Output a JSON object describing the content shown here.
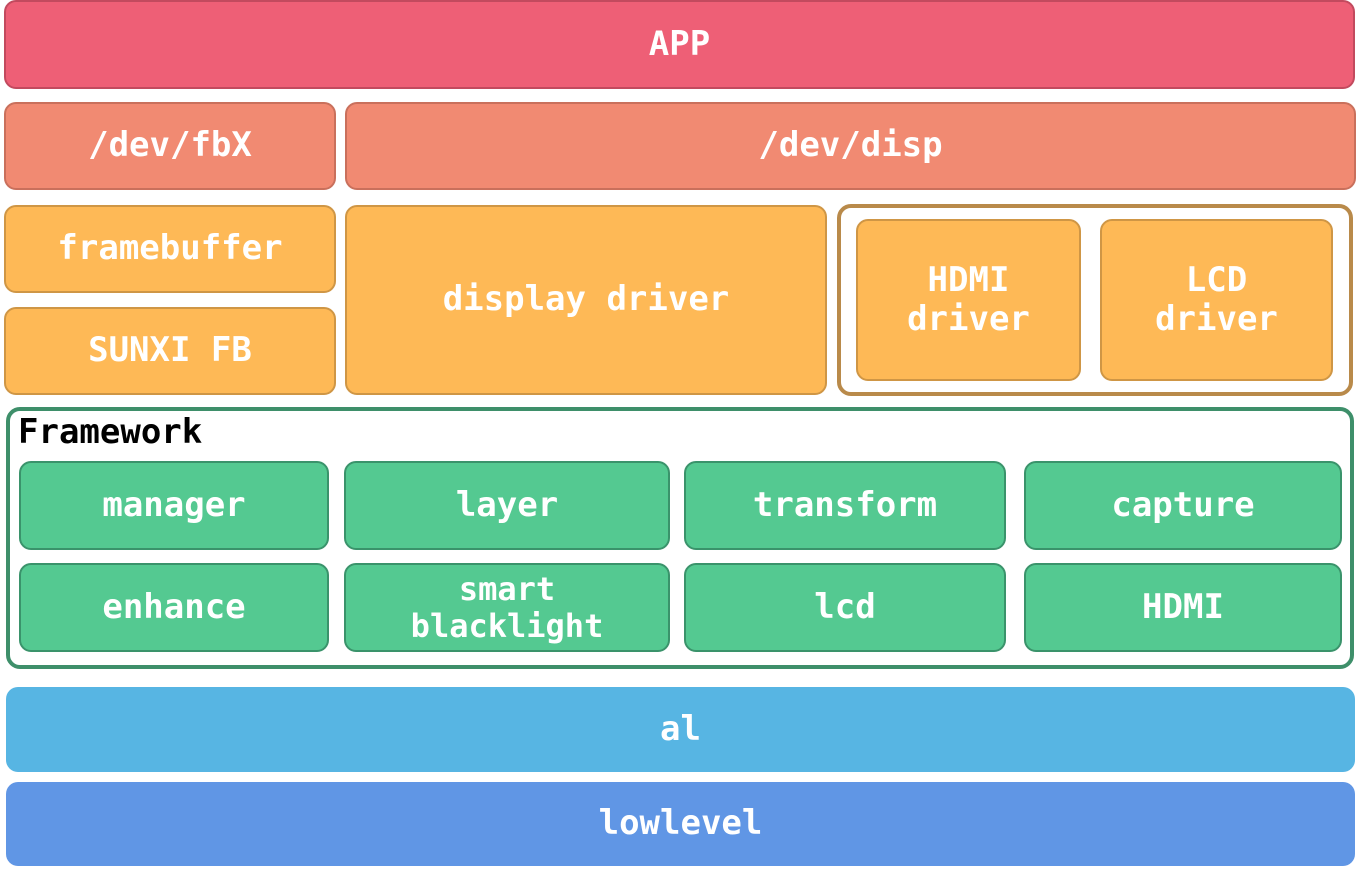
{
  "app": "APP",
  "dev_fbx": "/dev/fbX",
  "dev_disp": "/dev/disp",
  "framebuffer": "framebuffer",
  "sunxi_fb": "SUNXI FB",
  "display_driver": "display driver",
  "hdmi_driver": "HDMI\ndriver",
  "lcd_driver": "LCD\ndriver",
  "framework": {
    "title": "Framework",
    "items": [
      "manager",
      "layer",
      "transform",
      "capture",
      "enhance",
      "smart\nblacklight",
      "lcd",
      "HDMI"
    ]
  },
  "al": "al",
  "lowlevel": "lowlevel",
  "colors": {
    "app": "#ee5f76",
    "dev": "#f18a72",
    "driver": "#feb956",
    "framework": "#54c991",
    "al": "#57b5e3",
    "lowlevel": "#6096e5"
  }
}
